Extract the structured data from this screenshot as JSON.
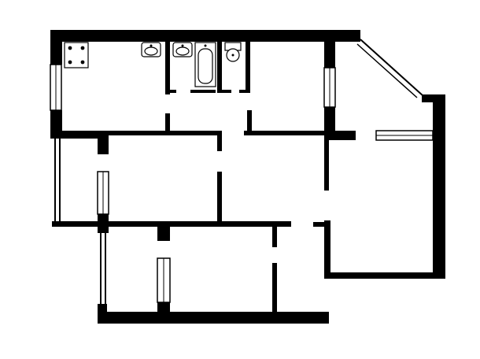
{
  "floorplan": {
    "rooms": [
      {
        "id": "kitchen",
        "name": "",
        "has_stove": true,
        "has_sink": true
      },
      {
        "id": "bathroom",
        "name": "",
        "fixtures": [
          "sink",
          "bathtub"
        ]
      },
      {
        "id": "toilet",
        "name": "",
        "fixtures": [
          "toilet"
        ]
      },
      {
        "id": "room-top-right",
        "name": ""
      },
      {
        "id": "living-room",
        "name": ""
      },
      {
        "id": "room-middle-left",
        "name": ""
      },
      {
        "id": "room-bottom-left",
        "name": ""
      },
      {
        "id": "hallway",
        "name": ""
      },
      {
        "id": "balcony-left",
        "name": ""
      },
      {
        "id": "balcony-bottom",
        "name": ""
      }
    ],
    "colors": {
      "wall": "#000000",
      "background": "#ffffff"
    },
    "icons": [
      "stove-icon",
      "sink-icon",
      "bathtub-icon",
      "toilet-icon"
    ]
  }
}
